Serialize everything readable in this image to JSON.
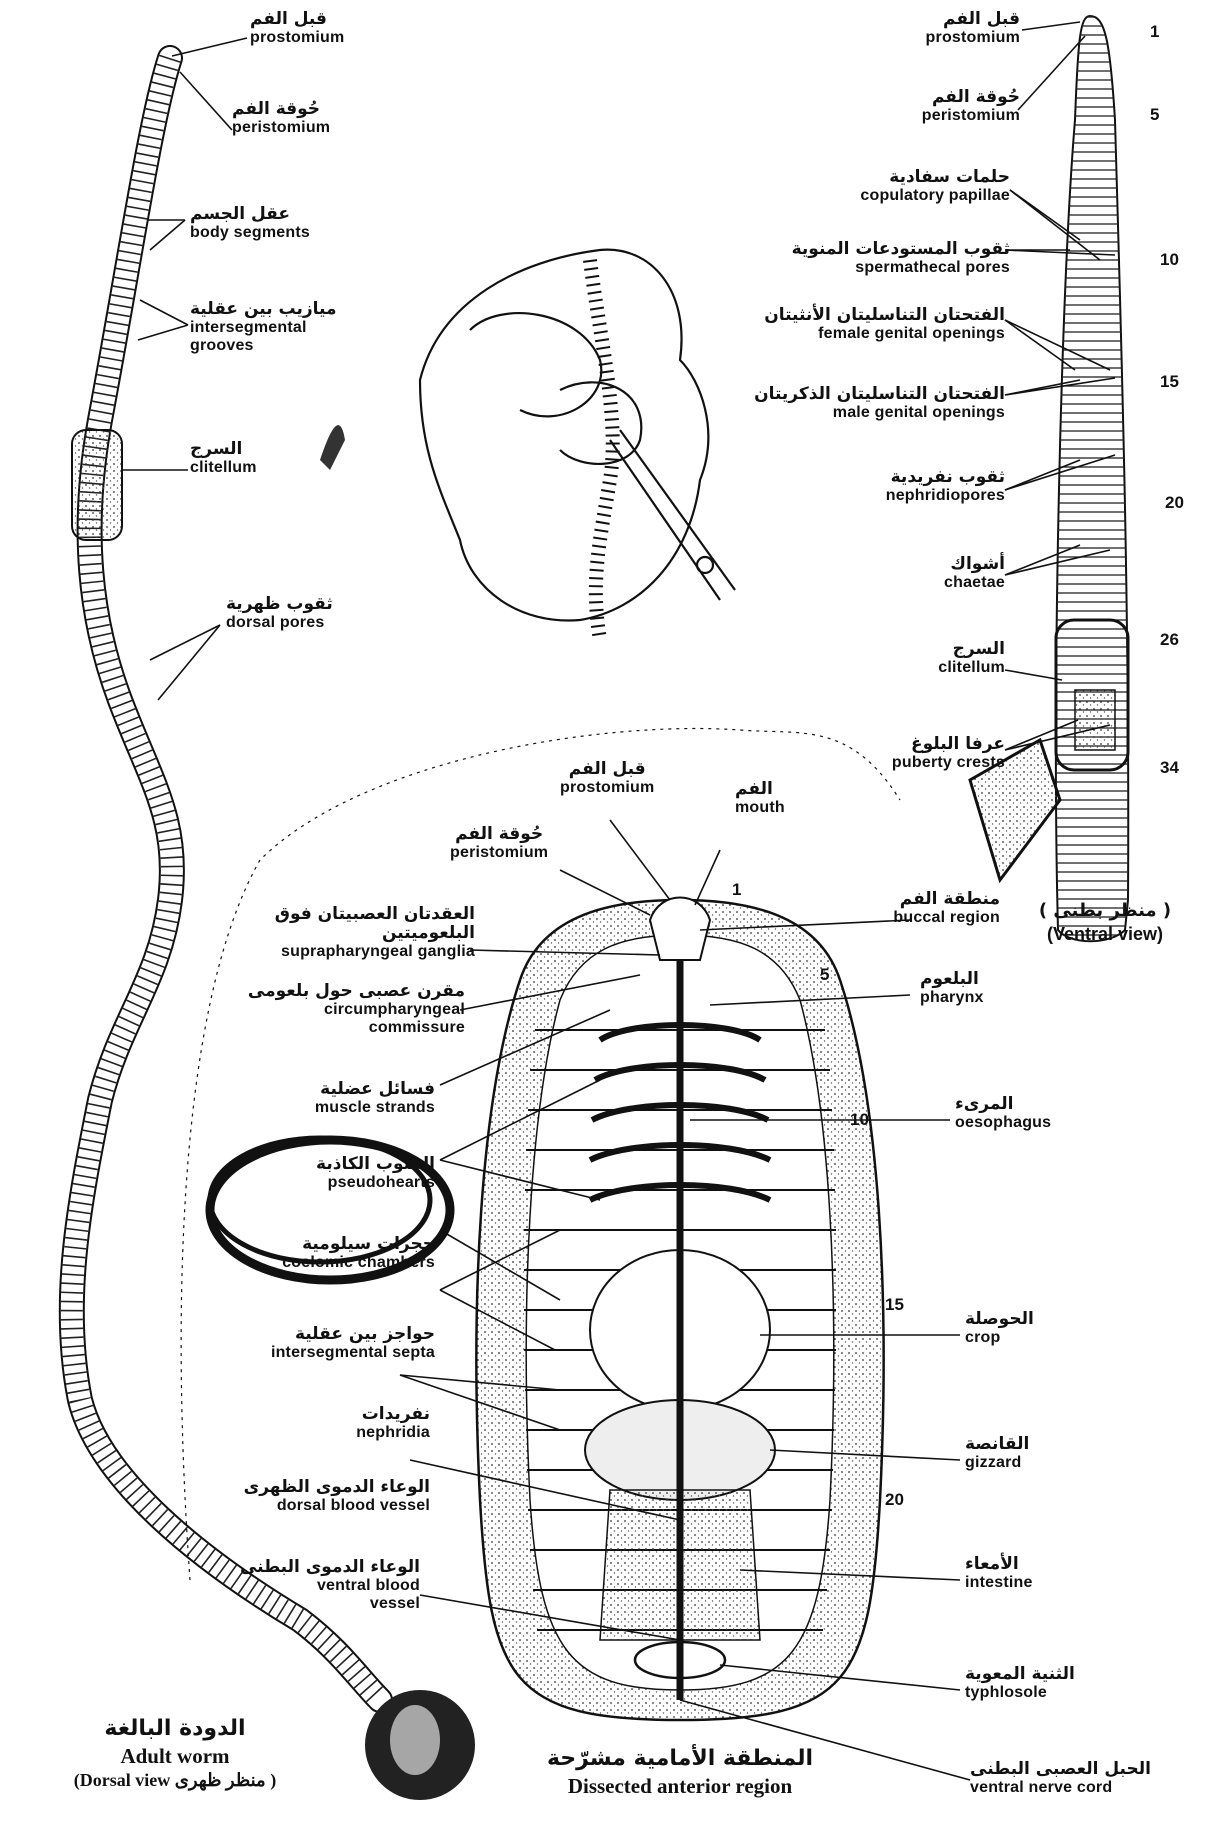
{
  "adult_worm": {
    "labels": {
      "prostomium": {
        "ar": "قبل الفم",
        "en": "prostomium"
      },
      "peristomium": {
        "ar": "حُوقة الفم",
        "en": "peristomium"
      },
      "body_segments": {
        "ar": "عقل الجسم",
        "en": "body segments"
      },
      "intersegmental_grooves": {
        "ar": "ميازيب بين عقلية",
        "en": "intersegmental",
        "en2": "grooves"
      },
      "clitellum": {
        "ar": "السرج",
        "en": "clitellum"
      },
      "dorsal_pores": {
        "ar": "ثقوب ظهرية",
        "en": "dorsal pores"
      }
    },
    "caption": {
      "ar": "الدودة البالغة",
      "en": "Adult worm",
      "view": "(Dorsal view منظر ظهرى )"
    }
  },
  "ventral_view": {
    "labels": {
      "prostomium": {
        "ar": "قبل الفم",
        "en": "prostomium"
      },
      "peristomium": {
        "ar": "حُوقة الفم",
        "en": "peristomium"
      },
      "copulatory_papillae": {
        "ar": "حلمات سفادية",
        "en": "copulatory papillae"
      },
      "spermathecal_pores": {
        "ar": "ثقوب المستودعات المنوية",
        "en": "spermathecal pores"
      },
      "female_genital": {
        "ar": "الفتحتان التناسليتان الأنثيتان",
        "en": "female genital openings"
      },
      "male_genital": {
        "ar": "الفتحتان التناسليتان الذكريتان",
        "en": "male genital openings"
      },
      "nephridiopores": {
        "ar": "ثقوب نفريدية",
        "en": "nephridiopores"
      },
      "chaetae": {
        "ar": "أشواك",
        "en": "chaetae"
      },
      "clitellum": {
        "ar": "السرج",
        "en": "clitellum"
      },
      "puberty_crests": {
        "ar": "عرفا البلوغ",
        "en": "puberty crests"
      }
    },
    "segment_numbers": [
      "1",
      "5",
      "10",
      "15",
      "20",
      "26",
      "34"
    ],
    "caption": {
      "ar": "( منظر بطنى )",
      "en": "(Ventral view)"
    }
  },
  "dissected": {
    "labels": {
      "prostomium": {
        "ar": "قبل الفم",
        "en": "prostomium"
      },
      "mouth": {
        "ar": "الفم",
        "en": "mouth"
      },
      "peristomium": {
        "ar": "حُوقة الفم",
        "en": "peristomium"
      },
      "suprapharyngeal": {
        "ar": "العقدتان العصبيتان فوق البلعوميتين",
        "en": "suprapharyngeal ganglia"
      },
      "circumpharyngeal": {
        "ar": "مقرن عصبى حول بلعومى",
        "en": "circumpharyngeal",
        "en2": "commissure"
      },
      "muscle_strands": {
        "ar": "فسائل عضلية",
        "en": "muscle strands"
      },
      "pseudohearts": {
        "ar": "القلوب الكاذبة",
        "en": "pseudohearts"
      },
      "coelomic_chambers": {
        "ar": "حجرات سيلومية",
        "en": "coelomic chambers"
      },
      "intersegmental_septa": {
        "ar": "حواجز بين عقلية",
        "en": "intersegmental septa"
      },
      "nephridia": {
        "ar": "نفريدات",
        "en": "nephridia"
      },
      "dorsal_blood_vessel": {
        "ar": "الوعاء الدموى الظهرى",
        "en": "dorsal blood vessel"
      },
      "ventral_blood_vessel": {
        "ar": "الوعاء الدموى البطنى",
        "en": "ventral blood",
        "en2": "vessel"
      },
      "buccal_region": {
        "ar": "منطقة الفم",
        "en": "buccal region"
      },
      "pharynx": {
        "ar": "البلعوم",
        "en": "pharynx"
      },
      "oesophagus": {
        "ar": "المرىء",
        "en": "oesophagus"
      },
      "crop": {
        "ar": "الحوصلة",
        "en": "crop"
      },
      "gizzard": {
        "ar": "القانصة",
        "en": "gizzard"
      },
      "intestine": {
        "ar": "الأمعاء",
        "en": "intestine"
      },
      "typhlosole": {
        "ar": "الثنية المعوية",
        "en": "typhlosole"
      },
      "ventral_nerve_cord": {
        "ar": "الحبل العصبى البطنى",
        "en": "ventral nerve cord"
      }
    },
    "segment_numbers": [
      "1",
      "5",
      "10",
      "15",
      "20"
    ],
    "caption": {
      "ar": "المنطقة الأمامية مشرّحة",
      "en": "Dissected anterior region"
    }
  }
}
